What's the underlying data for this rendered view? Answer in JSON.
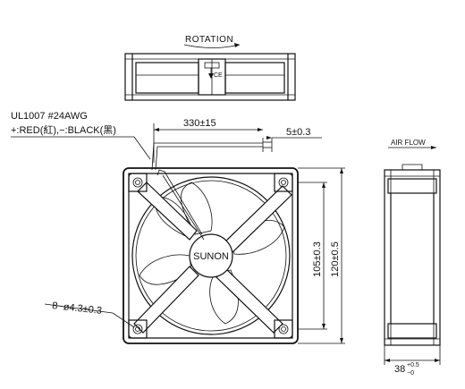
{
  "labels": {
    "rotation": "ROTATION",
    "air_flow": "AIR FLOW",
    "wire_spec": "UL1007  #24AWG",
    "wire_colors": "+:RED(紅),−:BLACK(黑)",
    "brand": "SUNON",
    "ce_mark": "CE"
  },
  "dimensions": {
    "lead_length": "330±15",
    "strip_length": "5±0.3",
    "hole_spacing": "105±0.3",
    "frame_size": "120±0.5",
    "mounting_holes": "8−ø4.3±0.3",
    "depth_value": "38",
    "depth_tol_upper": "+0.5",
    "depth_tol_lower": "−0"
  }
}
